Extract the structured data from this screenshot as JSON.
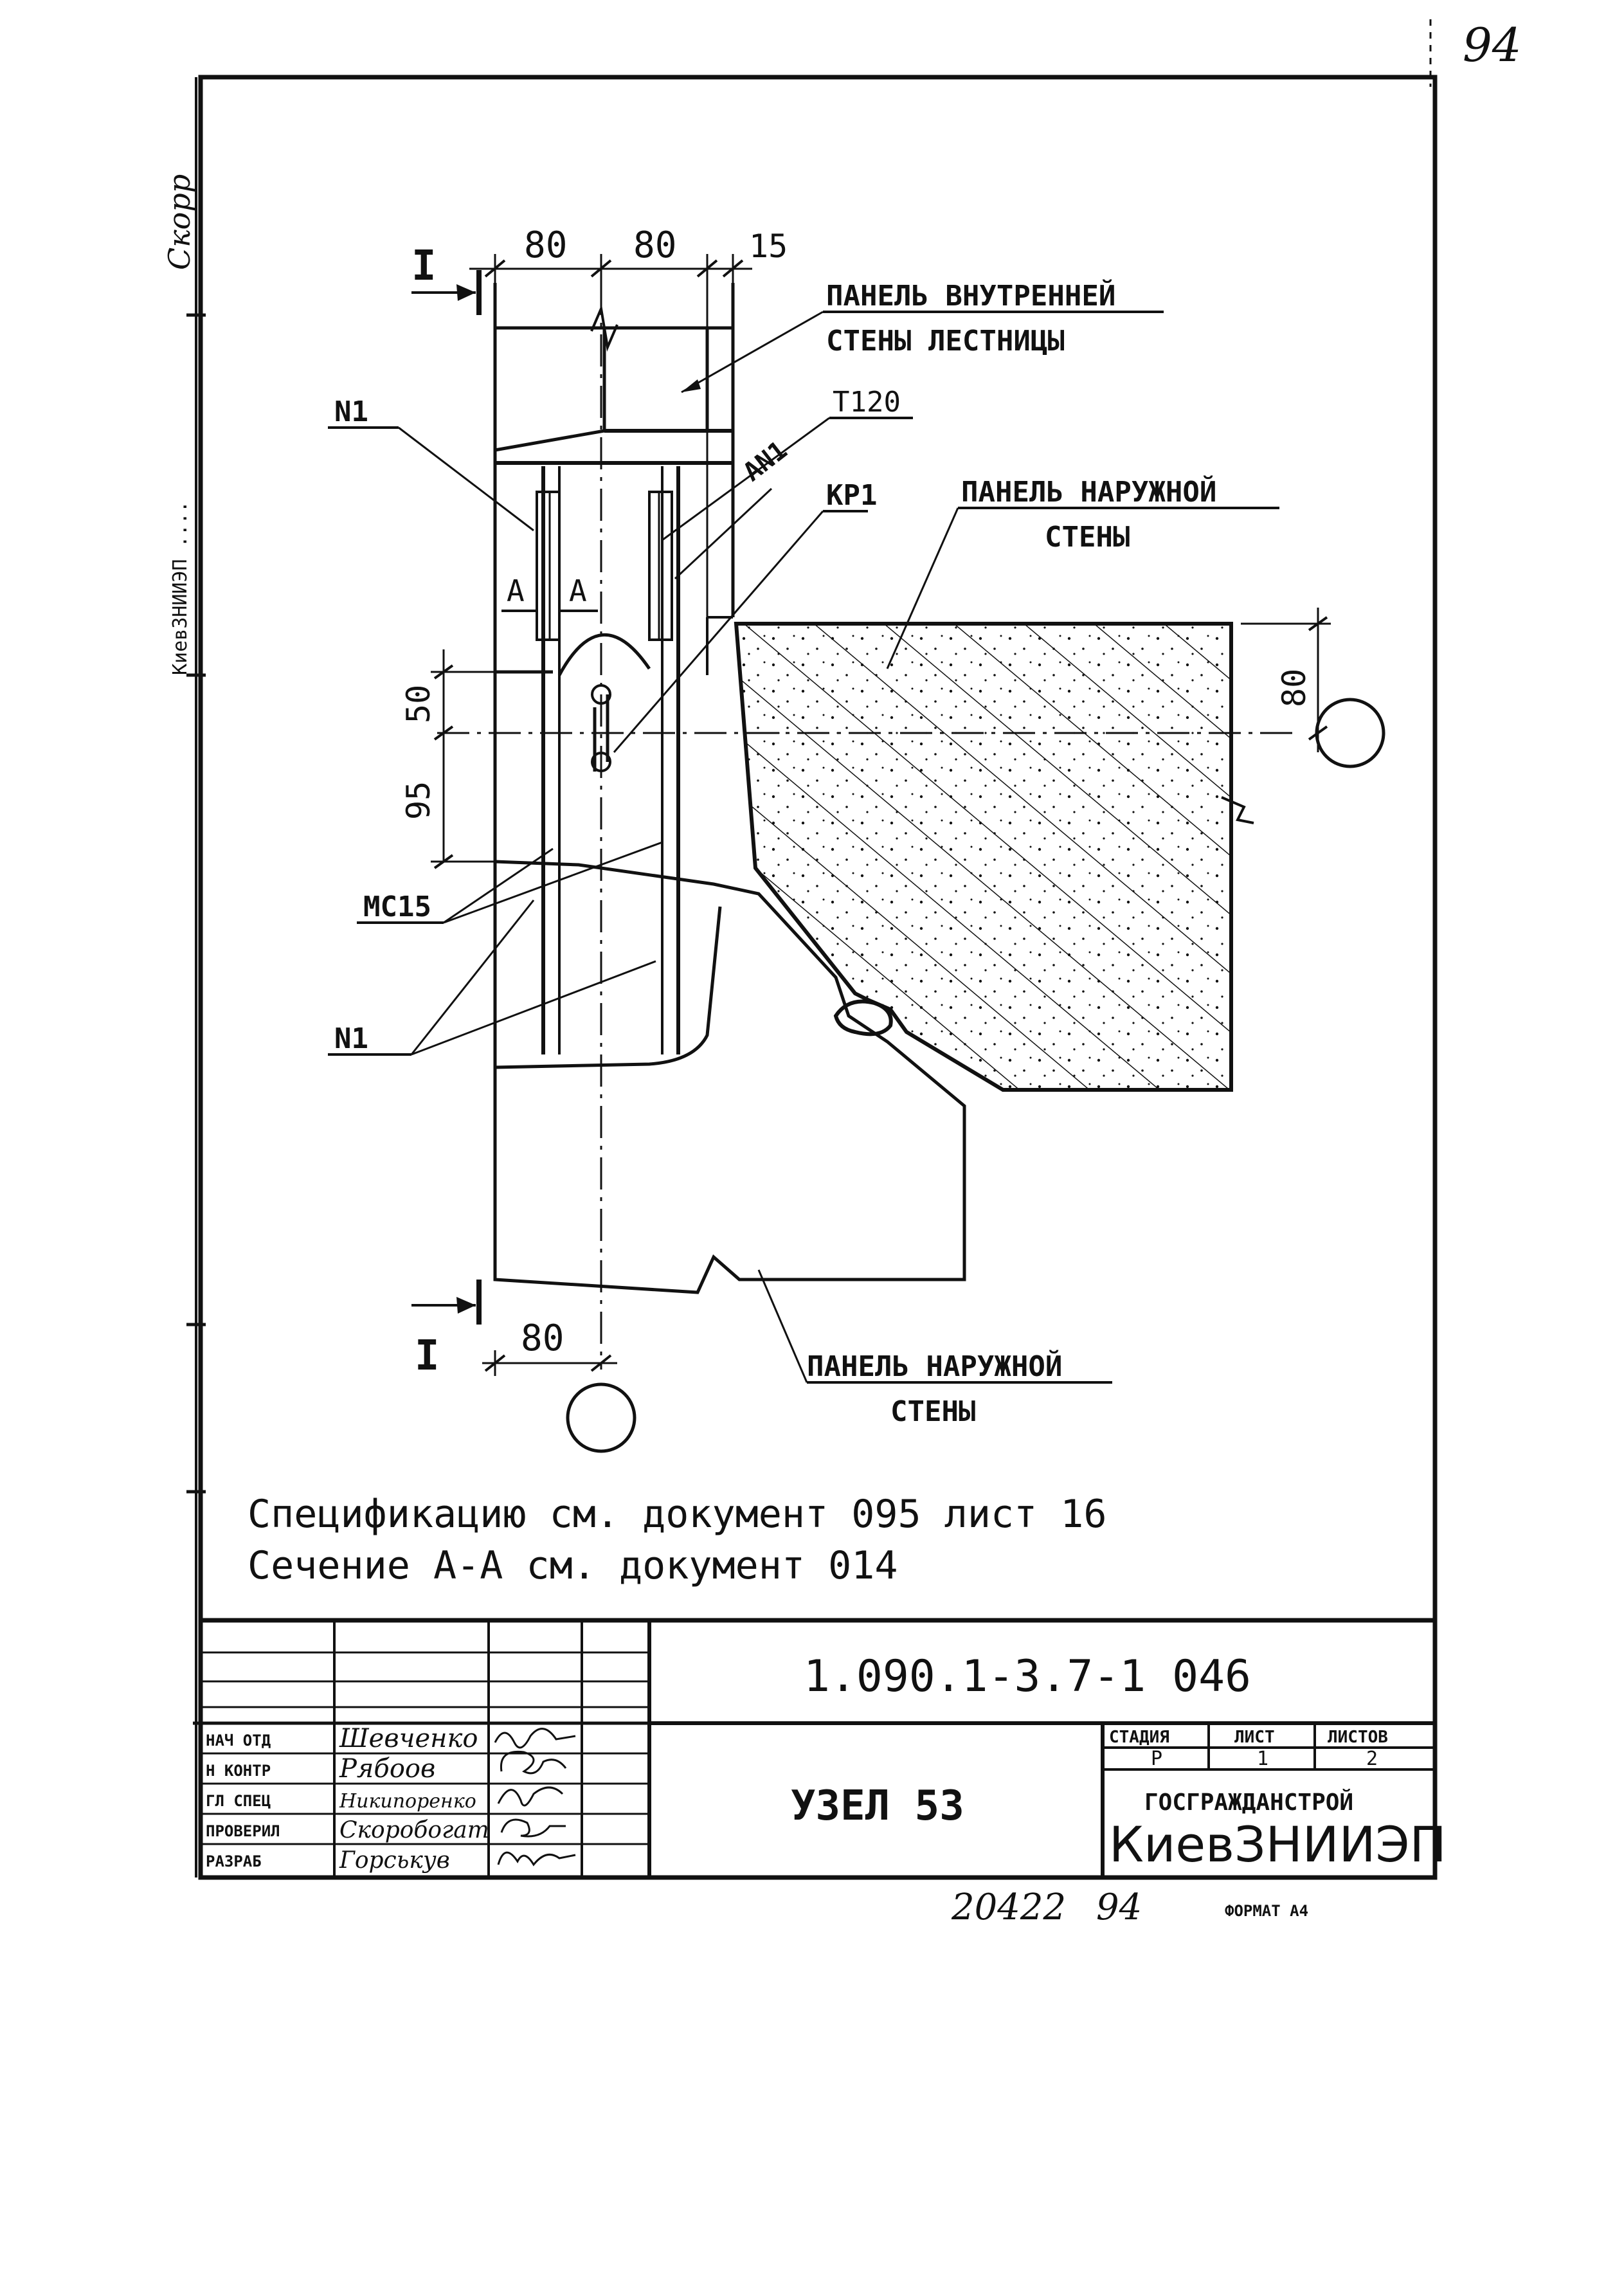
{
  "page_number": "94",
  "margin_texts": {
    "archive": "КиевЗНИИЭП ....",
    "signature": "Скорр"
  },
  "drawing": {
    "dimensions": {
      "top_left": "80",
      "top_mid": "80",
      "top_right": "15",
      "vert_50": "50",
      "vert_95": "95",
      "right_80": "80",
      "bottom_80": "80"
    },
    "section_mark_top": "I",
    "section_mark_bottom": "I",
    "section_a_left": "A",
    "section_a_right": "A",
    "labels": {
      "inner_panel_line1": "ПАНЕЛЬ ВНУТРЕННЕЙ",
      "inner_panel_line2": "СТЕНЫ ЛЕСТНИЦЫ",
      "outer_panel_line1": "ПАНЕЛЬ НАРУЖНОЙ",
      "outer_panel_line2": "СТЕНЫ",
      "outer_panel_bottom_line1": "ПАНЕЛЬ НАРУЖНОЙ",
      "outer_panel_bottom_line2": "СТЕНЫ",
      "n1_top": "N1",
      "an1": "AN1",
      "l120": "Т120",
      "kp1": "КР1",
      "mc15": "МС15",
      "n1_bottom": "N1"
    },
    "notes": [
      "Спецификацию см. документ 095   лист 16",
      "Сечение А-А см. документ 014"
    ]
  },
  "title_block": {
    "doc_code": "1.090.1-3.7-1  046",
    "title": "УЗЕЛ 53",
    "stage_header": "СТАДИЯ",
    "sheet_header": "ЛИСТ",
    "sheets_header": "ЛИСТОВ",
    "stage_value": "Р",
    "sheet_value": "1",
    "sheets_value": "2",
    "org_line1": "ГОСГРАЖДАНСТРОЙ",
    "org_line2": "КиевЗНИИЭП",
    "roles": [
      {
        "role": "НАЧ ОТД",
        "name": "Шевченко"
      },
      {
        "role": "Н КОНТР",
        "name": "Рябоов"
      },
      {
        "role": "ГЛ СПЕЦ",
        "name": "Никипоренко"
      },
      {
        "role": "ПРОВЕРИЛ",
        "name": "Скоробогат"
      },
      {
        "role": "РАЗРАБ",
        "name": "Горськув"
      }
    ]
  },
  "footer": {
    "inventory": "20422",
    "page": "94",
    "format": "ФОРМАТ А4"
  }
}
